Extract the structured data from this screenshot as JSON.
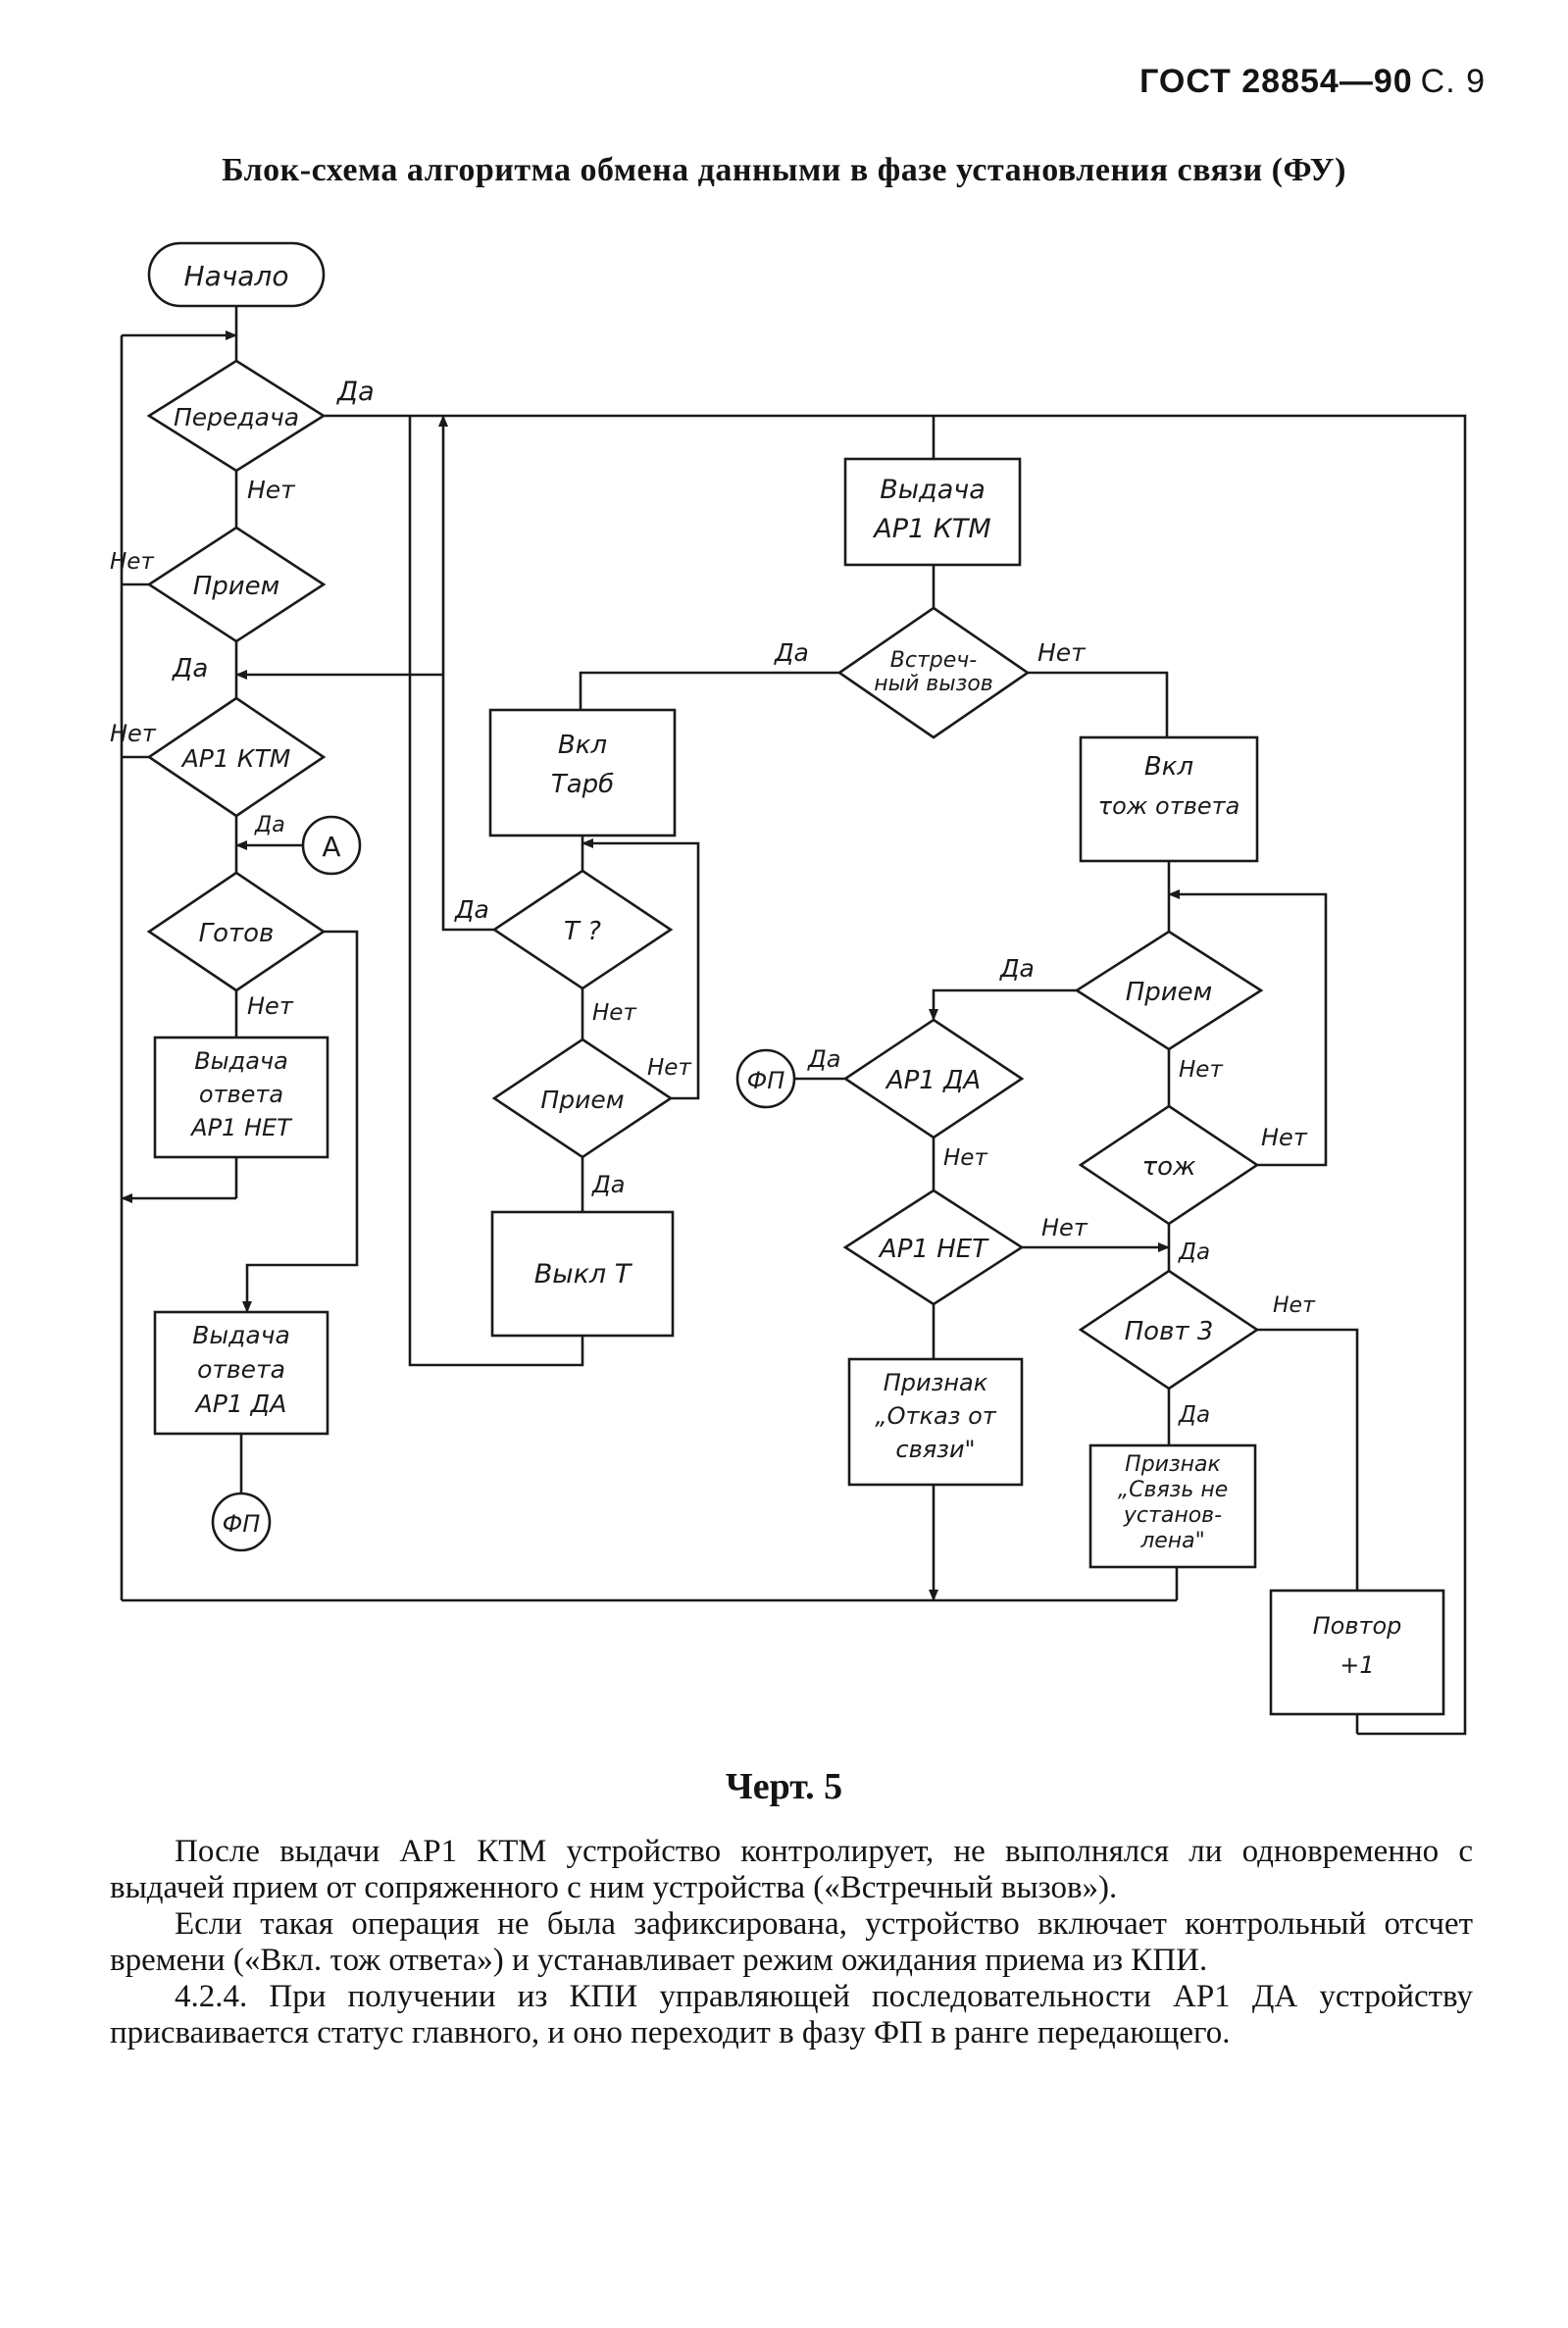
{
  "header": {
    "standard": "ГОСТ 28854—90",
    "page": "С. 9"
  },
  "title": "Блок-схема алгоритма обмена данными в фазе установления связи (ФУ)",
  "flowchart": {
    "start": "Начало",
    "peredacha": "Передача",
    "priem1": "Прием",
    "ap1ktm_q": "АР1 КТМ",
    "gotov": "Готов",
    "vydacha_net": [
      "Выдача",
      "ответа",
      "АР1 НЕТ"
    ],
    "vydacha_da": [
      "Выдача",
      "ответа",
      "АР1 ДА"
    ],
    "connector_a": "А",
    "connector_fp": "ФП",
    "vydacha_ap1ktm": [
      "Выдача",
      "АР1 КТМ"
    ],
    "vstrechny": [
      "Встреч-",
      "ный вызов"
    ],
    "vkl_tarb": [
      "Вкл",
      "Тарб"
    ],
    "vkl_t_otveta": [
      "Вкл",
      "τож ответа"
    ],
    "t_q": "Т ?",
    "priem2": "Прием",
    "vykl_t": "Выкл Т",
    "priem3": "Прием",
    "ap1da": "АР1 ДА",
    "t_ozh": "τож",
    "ap1net": "АР1 НЕТ",
    "povt3": "Повт 3",
    "otkaz": [
      "Признак",
      "„Отказ от",
      "связи\""
    ],
    "ne_ust": [
      "Признак",
      "„Связь не",
      "установ-",
      "лена\""
    ],
    "povtor": [
      "Повтор",
      "+1"
    ],
    "yes": "Да",
    "no": "Нет"
  },
  "caption": "Черт. 5",
  "paragraphs": [
    "После выдачи АР1 КТМ устройство контролирует, не выполнялся ли одновременно с выдачей прием от сопряженного с ним устройства («Встречный вызов»).",
    "Если такая операция не была зафиксирована, устройство включает контрольный отсчет времени («Вкл. τож ответа») и устанавливает режим ожидания приема из КПИ.",
    "4.2.4. При получении из КПИ управляющей последовательности АР1 ДА устройству присваивается статус главного, и оно переходит в фазу ФП в ранге передающего."
  ]
}
